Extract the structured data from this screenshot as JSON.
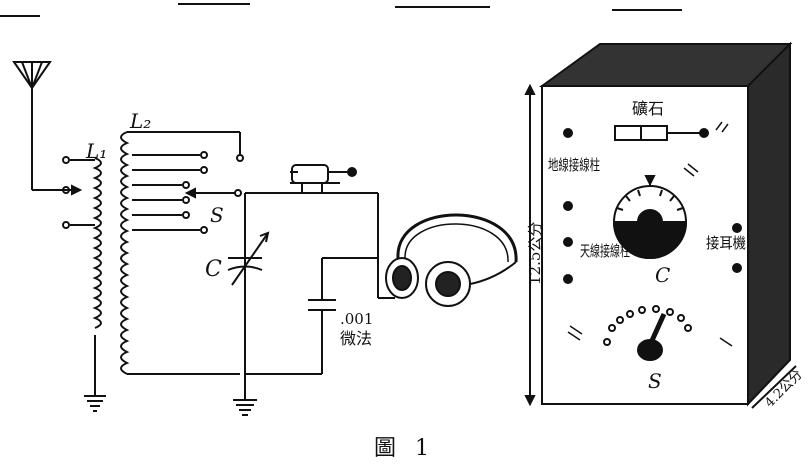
{
  "figure": {
    "caption": "圖 1"
  },
  "circuit": {
    "coil1_label": "L₁",
    "coil2_label": "L₂",
    "capacitor_label": "C",
    "switch_label": "S",
    "fixed_cap_value": ".001",
    "fixed_cap_unit": "微法"
  },
  "cabinet": {
    "crystal_label": "礦石",
    "ground_post_label": "地線接線柱",
    "antenna_post_label": "天線接線柱",
    "earphone_label": "接耳機",
    "dial_label": "C",
    "selector_label": "S",
    "height_dim": "12.5公分",
    "depth_dim": "4.2公分"
  }
}
